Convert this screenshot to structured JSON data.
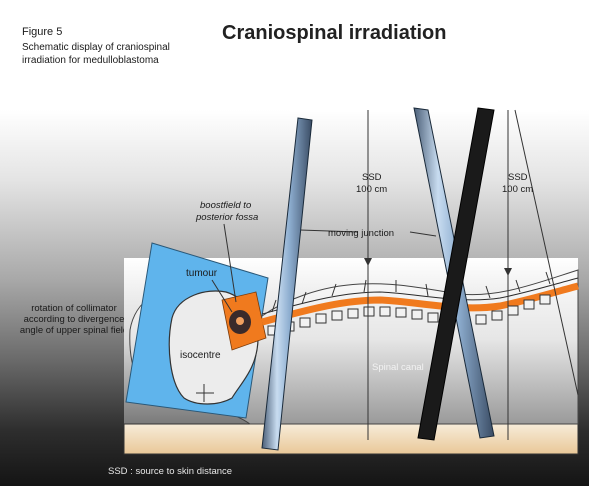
{
  "header": {
    "figure_label": "Figure 5",
    "caption": "Schematic display of craniospinal irradiation for medulloblastoma",
    "title": "Craniospinal irradiation"
  },
  "annotations": {
    "boostfield": [
      "boostfield to",
      "posterior fossa"
    ],
    "tumour": "tumour",
    "isocentre": "isocentre",
    "moving_junction": "moving junction",
    "ssd_left": [
      "SSD",
      "100 cm"
    ],
    "ssd_right": [
      "SSD",
      "100 cm"
    ],
    "spinal_canal": "Spinal canal",
    "rotation_collimator": "rotation of collimator according to divergence angle of upper spinal field"
  },
  "footer": {
    "ssd_definition": "SSD : source to skin distance"
  },
  "colors": {
    "field_blue": "#5fb4ec",
    "spinal_orange": "#f07a1e",
    "tumour_dark": "#3a2a2a",
    "couch_top": "#f7ecd9",
    "couch_bottom": "#e9c898"
  }
}
